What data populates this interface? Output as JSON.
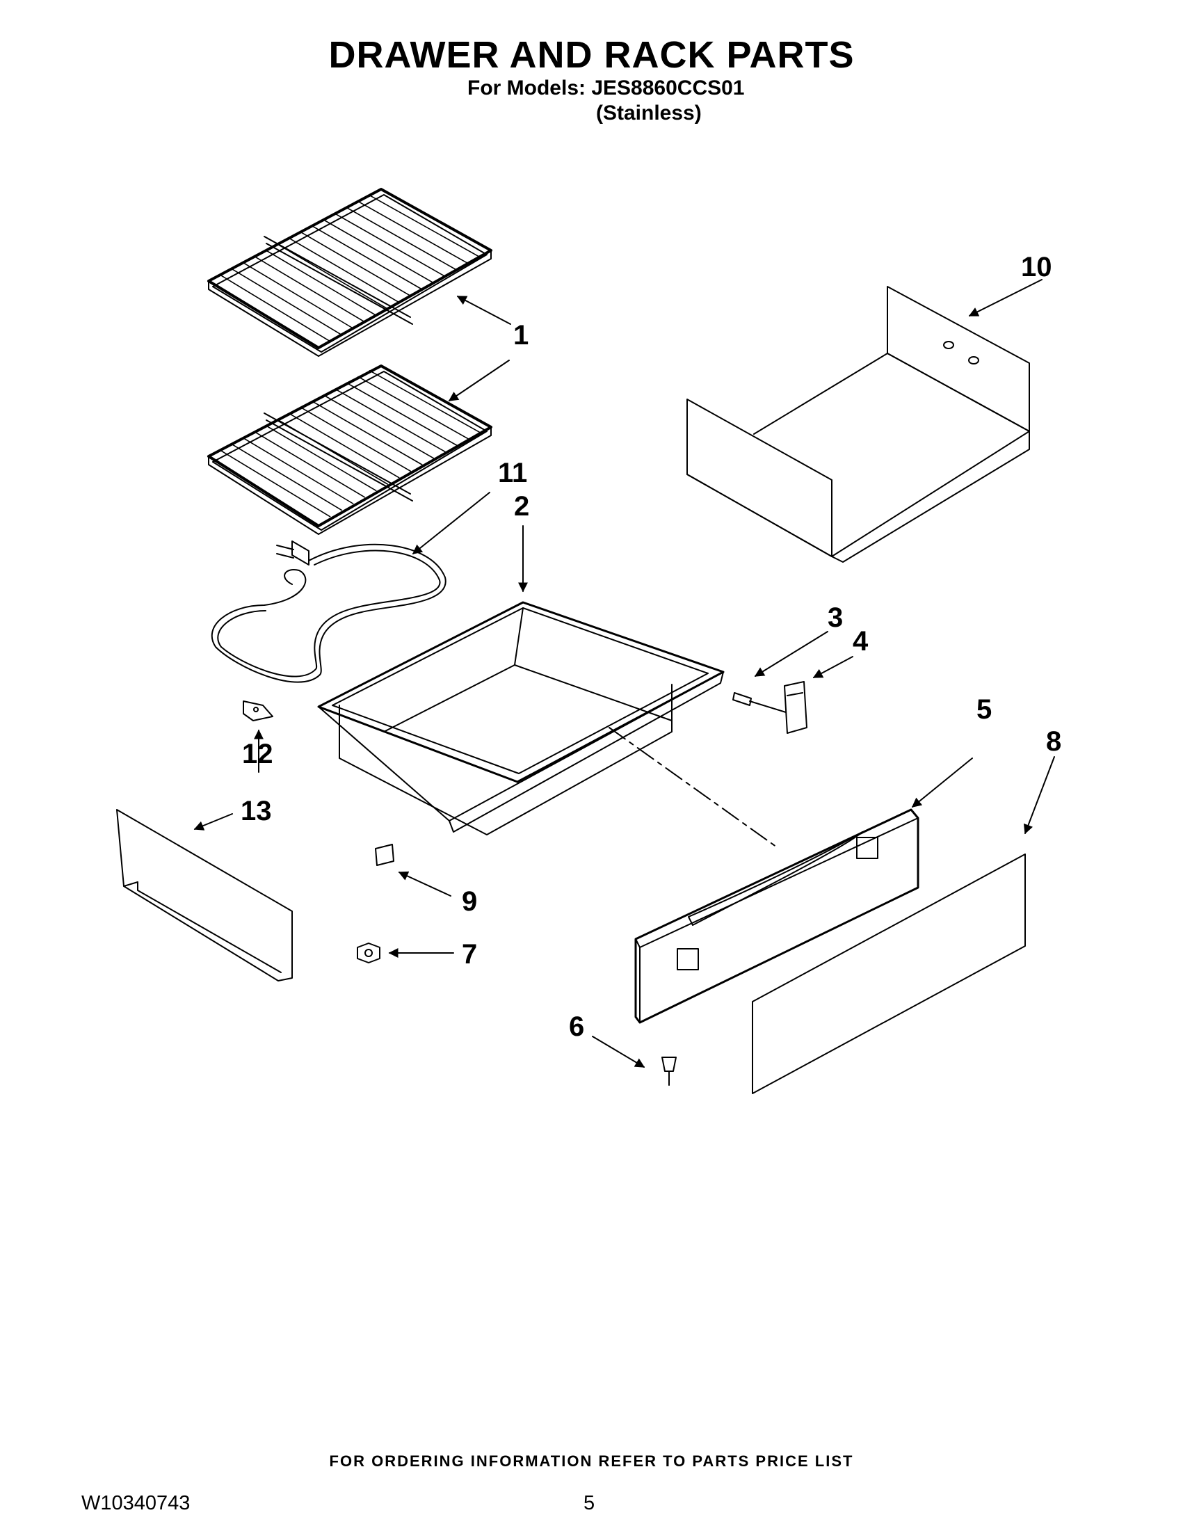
{
  "header": {
    "title": "DRAWER AND RACK PARTS",
    "models_line": "For Models: JES8860CCS01",
    "variant_line": "(Stainless)"
  },
  "callouts": [
    "1",
    "2",
    "3",
    "4",
    "5",
    "6",
    "7",
    "8",
    "9",
    "10",
    "11",
    "12",
    "13"
  ],
  "footer": {
    "ordering_note": "FOR ORDERING INFORMATION REFER TO PARTS PRICE LIST",
    "document_number": "W10340743",
    "page_number": "5"
  }
}
